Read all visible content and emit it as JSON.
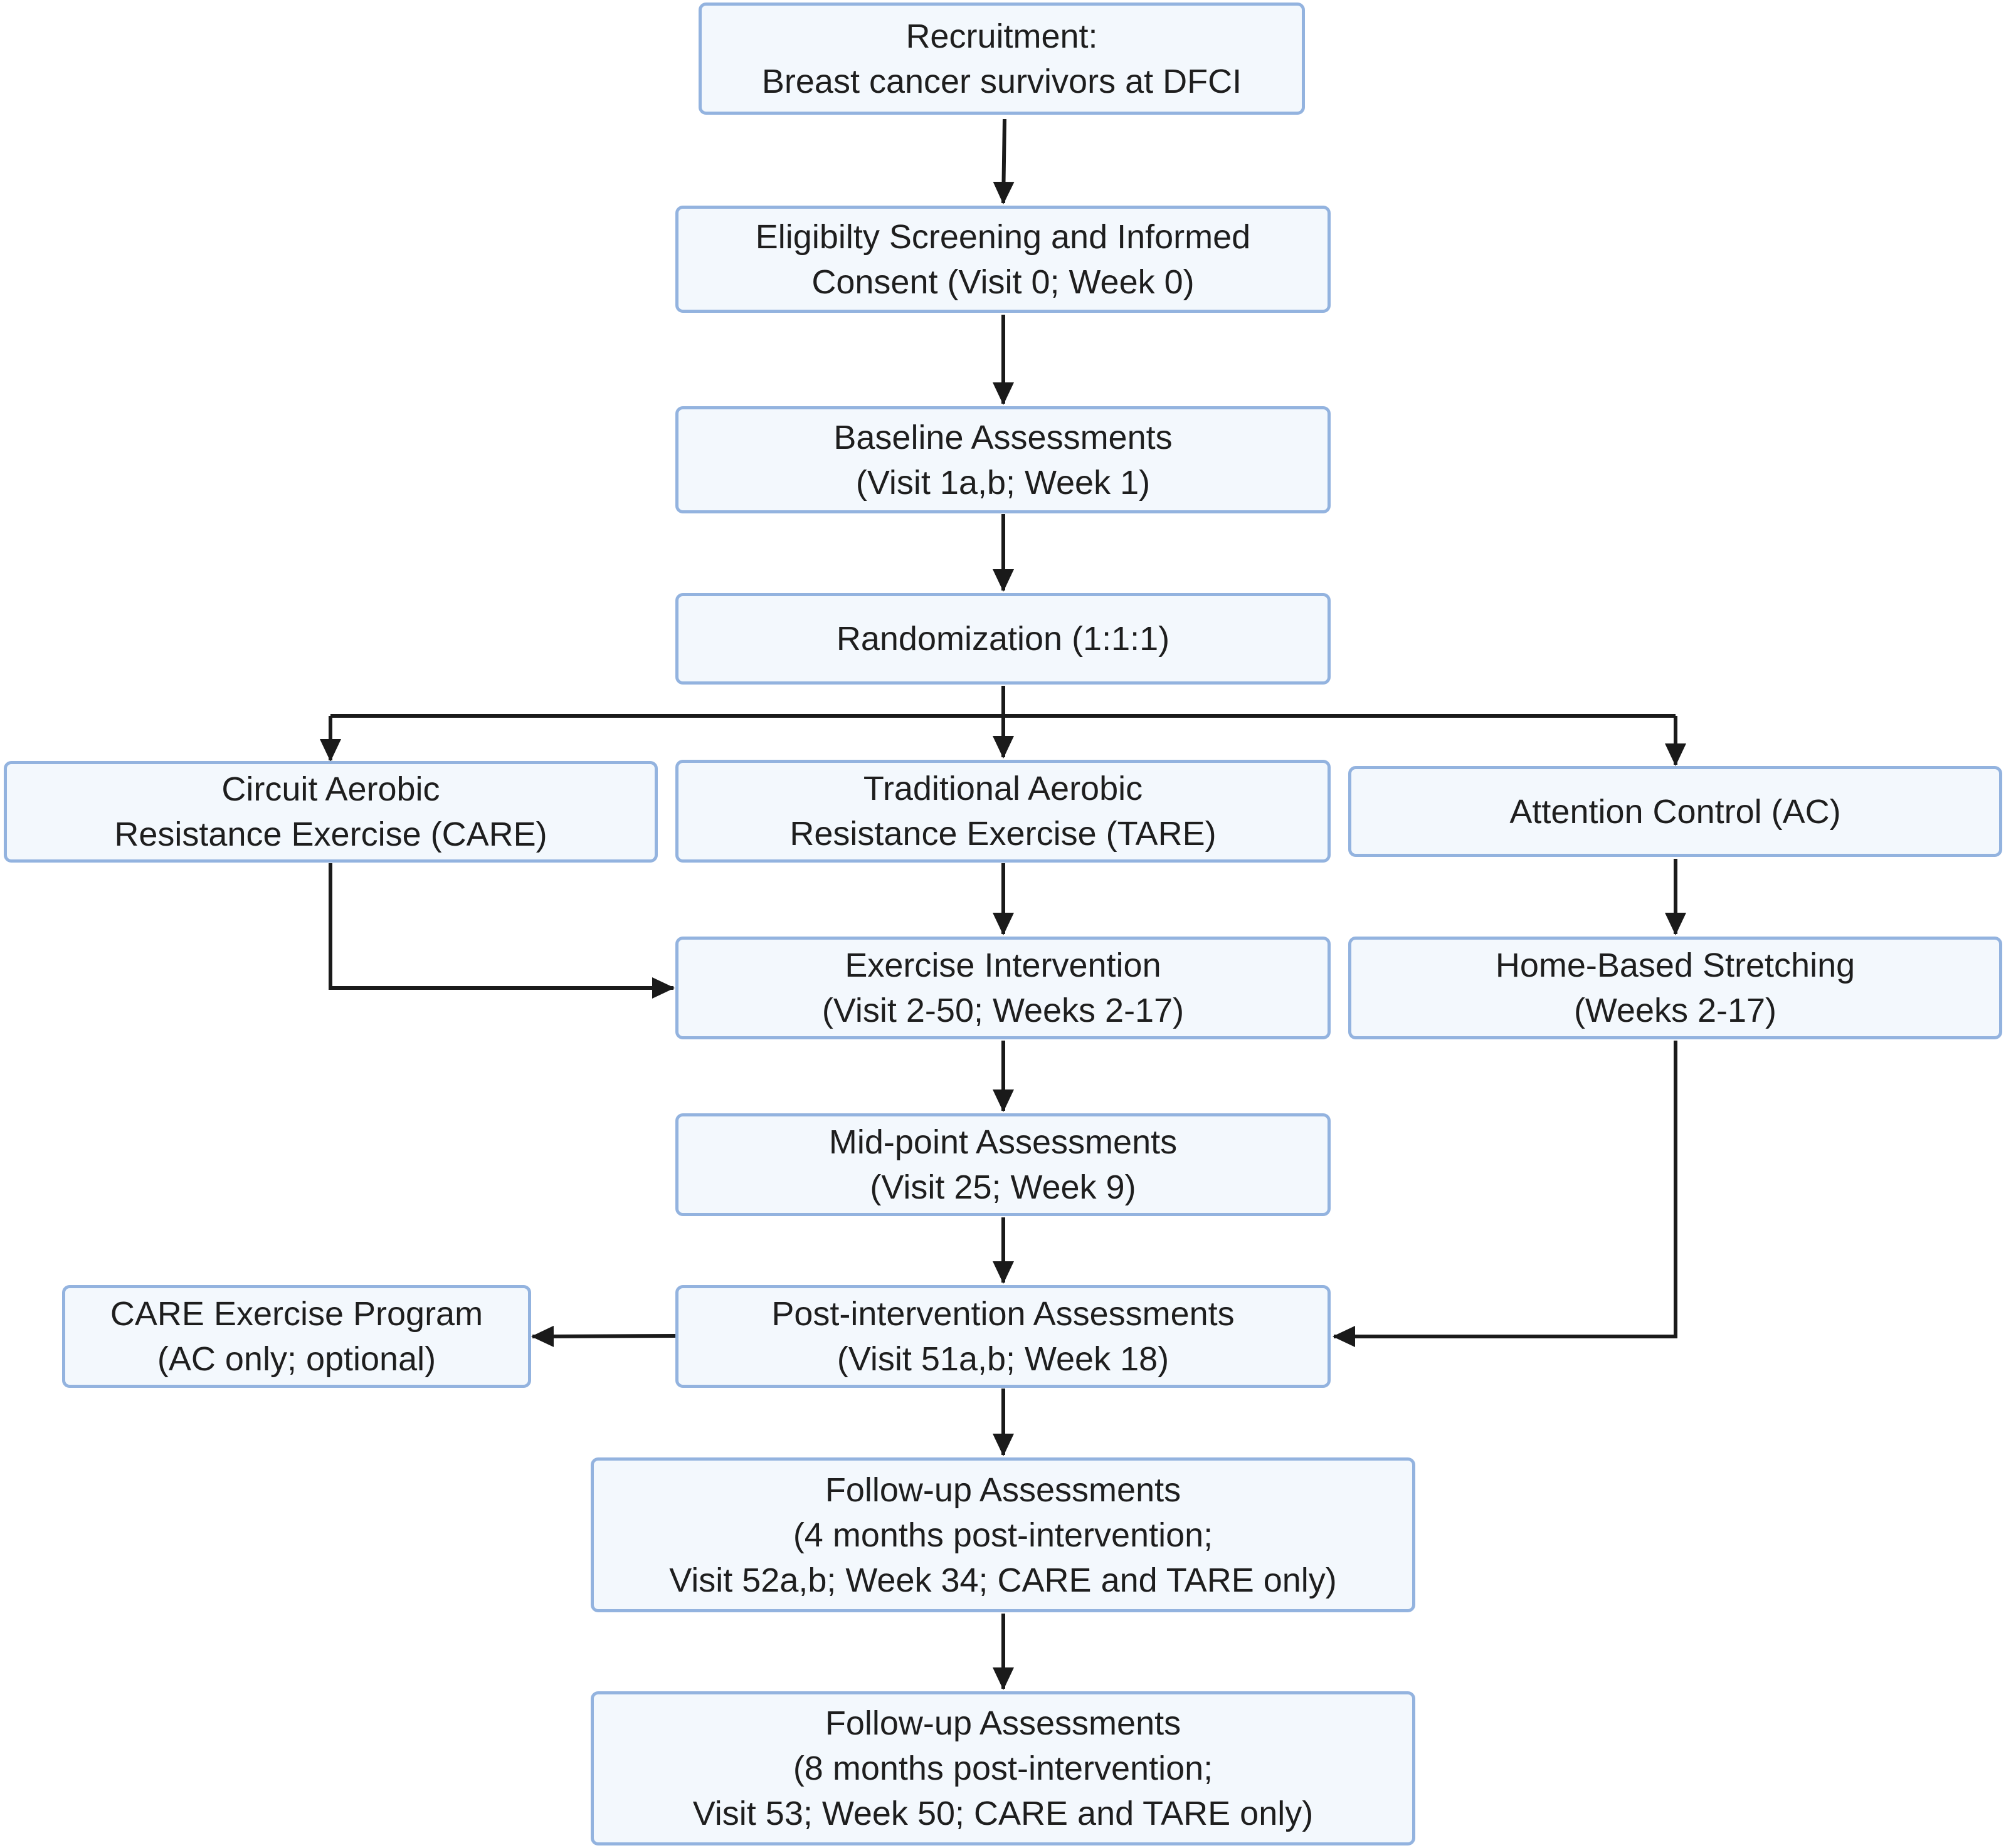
{
  "nodes": {
    "recruitment": {
      "lines": [
        "Recruitment:",
        "Breast cancer survivors at DFCI"
      ]
    },
    "eligibility": {
      "lines": [
        "Eligibilty Screening and Informed",
        "Consent (Visit 0; Week 0)"
      ]
    },
    "baseline": {
      "lines": [
        "Baseline Assessments",
        "(Visit 1a,b; Week 1)"
      ]
    },
    "randomization": {
      "lines": [
        "Randomization (1:1:1)"
      ]
    },
    "care": {
      "lines": [
        "Circuit Aerobic",
        "Resistance Exercise (CARE)"
      ]
    },
    "tare": {
      "lines": [
        "Traditional Aerobic",
        "Resistance Exercise (TARE)"
      ]
    },
    "ac": {
      "lines": [
        "Attention Control (AC)"
      ]
    },
    "exercise": {
      "lines": [
        "Exercise Intervention",
        "(Visit 2-50; Weeks 2-17)"
      ]
    },
    "stretching": {
      "lines": [
        "Home-Based Stretching",
        "(Weeks 2-17)"
      ]
    },
    "midpoint": {
      "lines": [
        "Mid-point Assessments",
        "(Visit 25; Week 9)"
      ]
    },
    "care_program": {
      "lines": [
        "CARE Exercise Program",
        "(AC only; optional)"
      ]
    },
    "post": {
      "lines": [
        "Post-intervention Assessments",
        "(Visit 51a,b; Week 18)"
      ]
    },
    "followup4": {
      "lines": [
        "Follow-up Assessments",
        "(4 months post-intervention;",
        "Visit 52a,b; Week 34; CARE and TARE only)"
      ]
    },
    "followup8": {
      "lines": [
        "Follow-up Assessments",
        "(8 months post-intervention;",
        "Visit 53; Week 50; CARE and TARE only)"
      ]
    }
  },
  "colors": {
    "box_fill": "#f3f8fd",
    "box_border": "#93b3df",
    "arrow": "#1a1a1a",
    "text": "#1e1e1e"
  }
}
